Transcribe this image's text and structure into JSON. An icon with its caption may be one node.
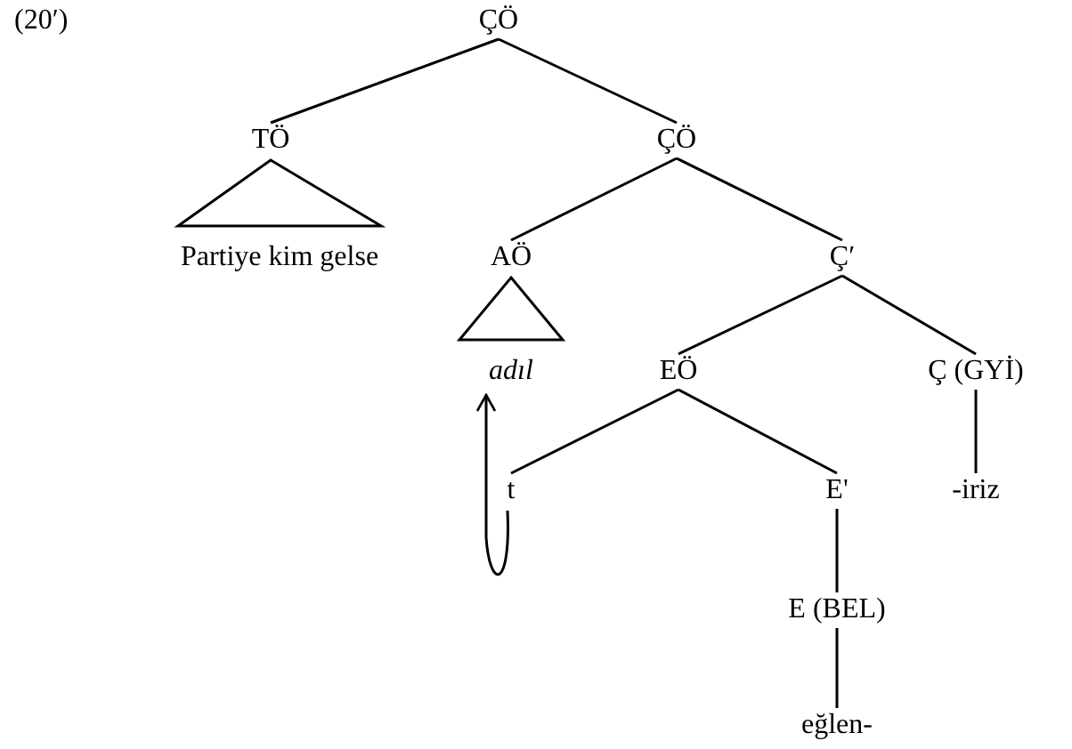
{
  "diagram": {
    "nodes": [
      {
        "text": [
          "ÇÖ"
        ]
      },
      {
        "text": [
          "TÖ"
        ]
      },
      {
        "text": [
          "ÇÖ"
        ]
      },
      {
        "text": [
          "Partiye kim gelse"
        ]
      },
      {
        "text": [
          "AÖ"
        ]
      },
      {
        "text": [
          "Ç′"
        ]
      },
      {
        "text": [
          "adıl"
        ]
      },
      {
        "text": [
          "EÖ"
        ]
      },
      {
        "text": [
          "Ç (GYİ)"
        ]
      },
      {
        "text": [
          "t"
        ]
      },
      {
        "text": [
          "E'"
        ]
      },
      {
        "text": [
          "-iriz"
        ]
      },
      {
        "text": [
          "E (BEL)"
        ]
      },
      {
        "text": [
          "eğlen-"
        ]
      }
    ],
    "edges": [
      {
        "from": 0,
        "to": 1,
        "arrow": "none"
      },
      {
        "from": 0,
        "to": 2,
        "arrow": "none"
      },
      {
        "from": 1,
        "to": 3,
        "arrow": "none"
      },
      {
        "from": 2,
        "to": 4,
        "arrow": "none"
      },
      {
        "from": 2,
        "to": 5,
        "arrow": "none"
      },
      {
        "from": 4,
        "to": 6,
        "arrow": "none"
      },
      {
        "from": 5,
        "to": 7,
        "arrow": "none"
      },
      {
        "from": 5,
        "to": 8,
        "arrow": "none"
      },
      {
        "from": 7,
        "to": 9,
        "arrow": "none"
      },
      {
        "from": 7,
        "to": 10,
        "arrow": "none"
      },
      {
        "from": 8,
        "to": 11,
        "arrow": "none"
      },
      {
        "from": 10,
        "to": 12,
        "arrow": "none"
      },
      {
        "from": 12,
        "to": 13,
        "arrow": "none"
      },
      {
        "from": 9,
        "to": 6,
        "arrow": "to"
      }
    ],
    "labels": [
      "(20′)"
    ]
  }
}
